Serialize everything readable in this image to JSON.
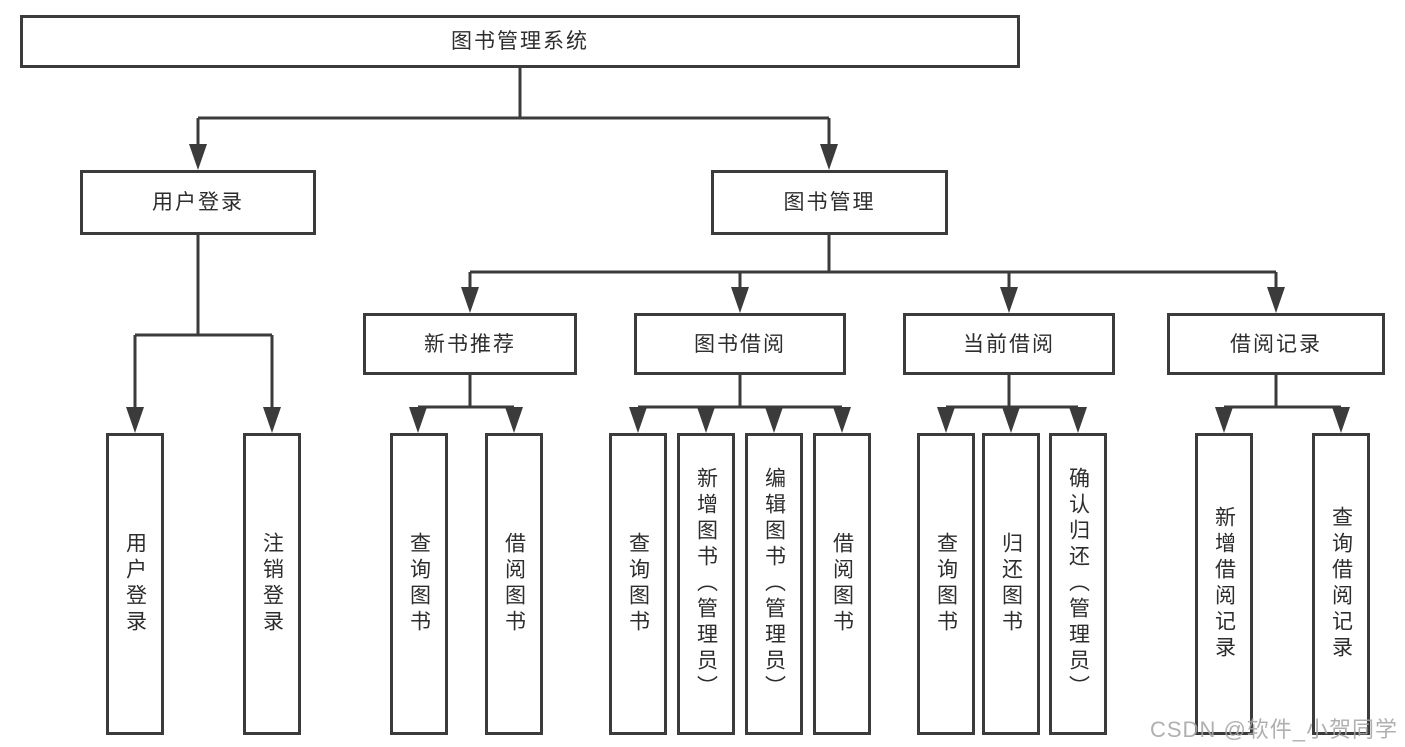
{
  "diagram": {
    "root": {
      "label": "图书管理系统"
    },
    "branches": [
      {
        "label": "用户登录",
        "children": [
          {
            "label": "用户登录"
          },
          {
            "label": "注销登录"
          }
        ]
      },
      {
        "label": "图书管理",
        "children": [
          {
            "label": "新书推荐",
            "children": [
              {
                "label": "查询图书"
              },
              {
                "label": "借阅图书"
              }
            ]
          },
          {
            "label": "图书借阅",
            "children": [
              {
                "label": "查询图书"
              },
              {
                "label": "新增图书（管理员）"
              },
              {
                "label": "编辑图书（管理员）"
              },
              {
                "label": "借阅图书"
              }
            ]
          },
          {
            "label": "当前借阅",
            "children": [
              {
                "label": "查询图书"
              },
              {
                "label": "归还图书"
              },
              {
                "label": "确认归还（管理员）"
              }
            ]
          },
          {
            "label": "借阅记录",
            "children": [
              {
                "label": "新增借阅记录"
              },
              {
                "label": "查询借阅记录"
              }
            ]
          }
        ]
      }
    ]
  },
  "watermark": {
    "text": "CSDN @软件_小贺同学"
  },
  "colors": {
    "line": "#3b3b3b",
    "text": "#2d2d2d",
    "background": "#ffffff"
  }
}
